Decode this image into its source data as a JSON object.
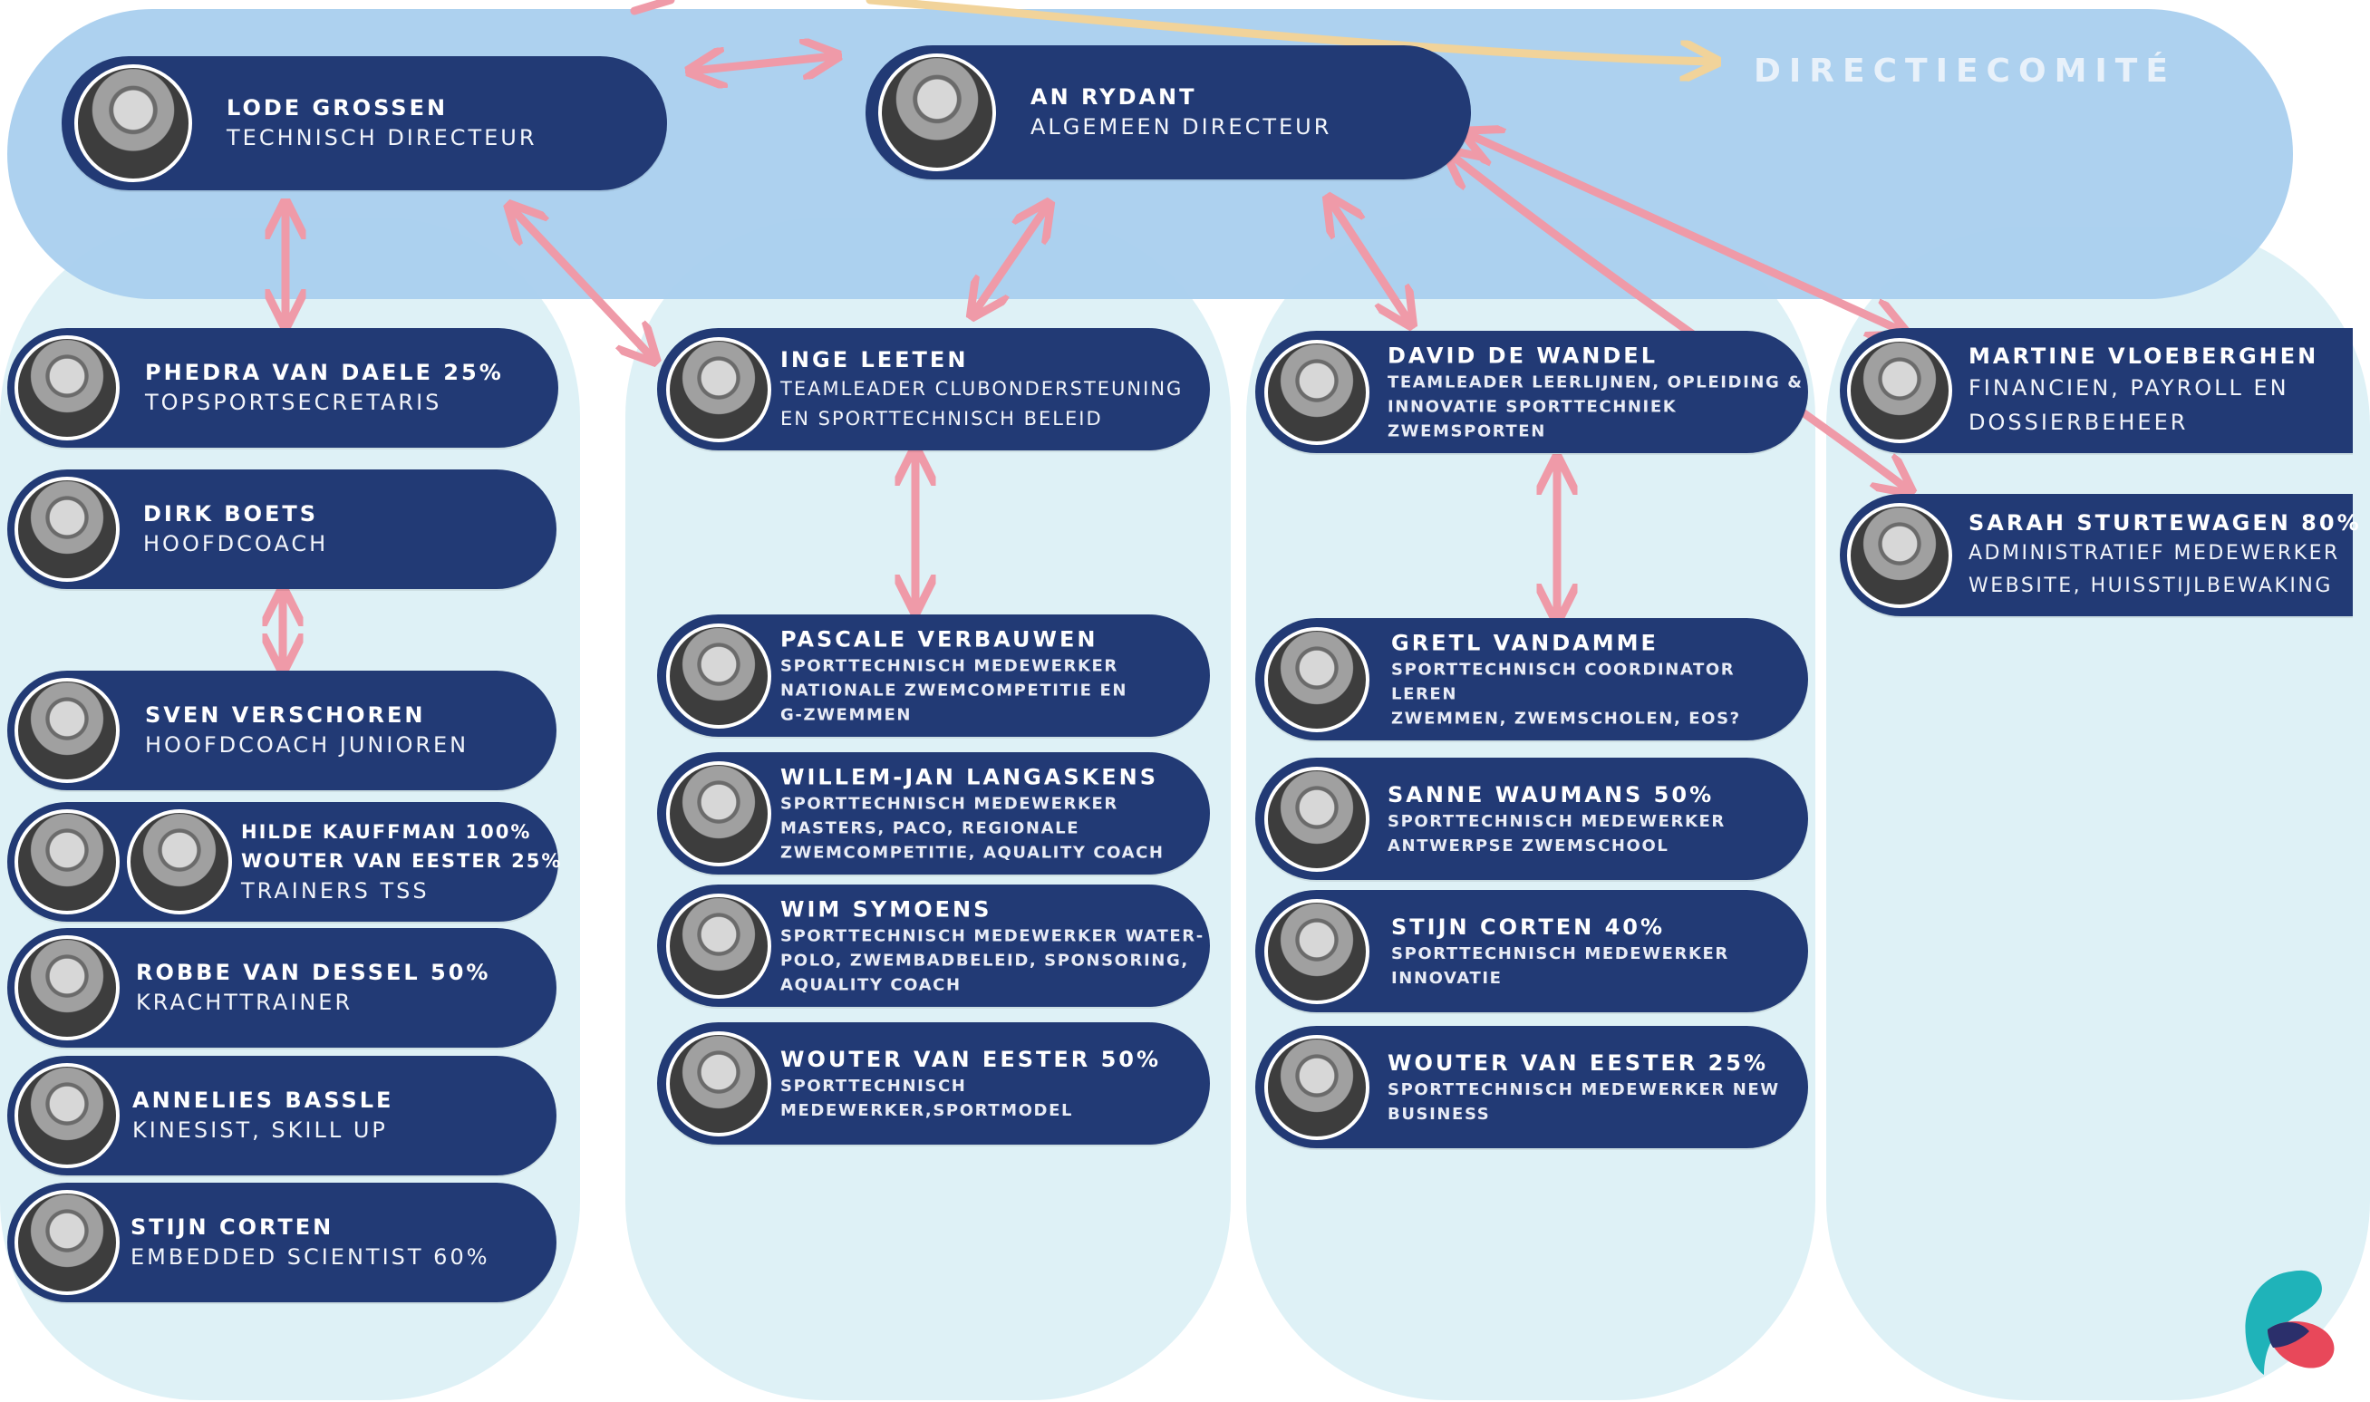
{
  "band": {
    "title": "DIRECTIECOMITÉ"
  },
  "colors": {
    "card": "#223a75",
    "band": "#a9cfee",
    "column": "#def1f6",
    "arrow": "#ef9aa8"
  },
  "directors": [
    {
      "name": "LODE GROSSEN",
      "role": "TECHNISCH DIRECTEUR"
    },
    {
      "name": "AN RYDANT",
      "role": "ALGEMEEN DIRECTEUR"
    }
  ],
  "column1": [
    {
      "name": "PHEDRA VAN DAELE 25%",
      "role": "TOPSPORTSECRETARIS"
    },
    {
      "name": "DIRK BOETS",
      "role": "HOOFDCOACH"
    },
    {
      "name": "SVEN VERSCHOREN",
      "role": "HOOFDCOACH JUNIOREN"
    },
    {
      "name1": "HILDE KAUFFMAN 100%",
      "name2": "WOUTER VAN EESTER 25%",
      "role": "TRAINERS TSS"
    },
    {
      "name": "ROBBE VAN DESSEL 50%",
      "role": "KRACHTTRAINER"
    },
    {
      "name": "ANNELIES BASSLE",
      "role": "KINESIST, SKILL UP"
    },
    {
      "name": "STIJN CORTEN",
      "role": "EMBEDDED SCIENTIST 60%"
    }
  ],
  "column2": [
    {
      "name": "INGE LEETEN",
      "role": "TEAMLEADER CLUBONDERSTEUNING\nEN SPORTTECHNISCH BELEID"
    },
    {
      "name": "PASCALE VERBAUWEN",
      "role": "SPORTTECHNISCH MEDEWERKER\nNATIONALE ZWEMCOMPETITIE EN\nG-ZWEMMEN"
    },
    {
      "name": "WILLEM-JAN LANGASKENS",
      "role": "SPORTTECHNISCH MEDEWERKER\nMASTERS, PACO, REGIONALE\nZWEMCOMPETITIE, AQUALITY COACH"
    },
    {
      "name": "WIM SYMOENS",
      "role": "SPORTTECHNISCH MEDEWERKER WATER-\nPOLO, ZWEMBADBELEID, SPONSORING,\n AQUALITY COACH"
    },
    {
      "name": "WOUTER VAN EESTER 50%",
      "role": "SPORTTECHNISCH\nMEDEWERKER,SPORTMODEL"
    }
  ],
  "column3": [
    {
      "name": "DAVID DE WANDEL",
      "role": "TEAMLEADER LEERLIJNEN, OPLEIDING &\nINNOVATIE SPORTTECHNIEK\nZWEMSPORTEN"
    },
    {
      "name": "GRETL VANDAMME",
      "role": "SPORTTECHNISCH COORDINATOR LEREN\nZWEMMEN, ZWEMSCHOLEN, EOS?"
    },
    {
      "name": "SANNE WAUMANS 50%",
      "role": "SPORTTECHNISCH MEDEWERKER\nANTWERPSE ZWEMSCHOOL"
    },
    {
      "name": "STIJN CORTEN 40%",
      "role": "SPORTTECHNISCH MEDEWERKER\nINNOVATIE"
    },
    {
      "name": "WOUTER VAN EESTER 25%",
      "role": "SPORTTECHNISCH MEDEWERKER NEW\nBUSINESS"
    }
  ],
  "column4": [
    {
      "name": "MARTINE VLOEBERGHEN",
      "role": "FINANCIEN, PAYROLL EN\nDOSSIERBEHEER"
    },
    {
      "name": "SARAH STURTEWAGEN 80%",
      "role": "ADMINISTRATIEF MEDEWERKER\nWEBSITE, HUISSTIJLBEWAKING"
    }
  ]
}
